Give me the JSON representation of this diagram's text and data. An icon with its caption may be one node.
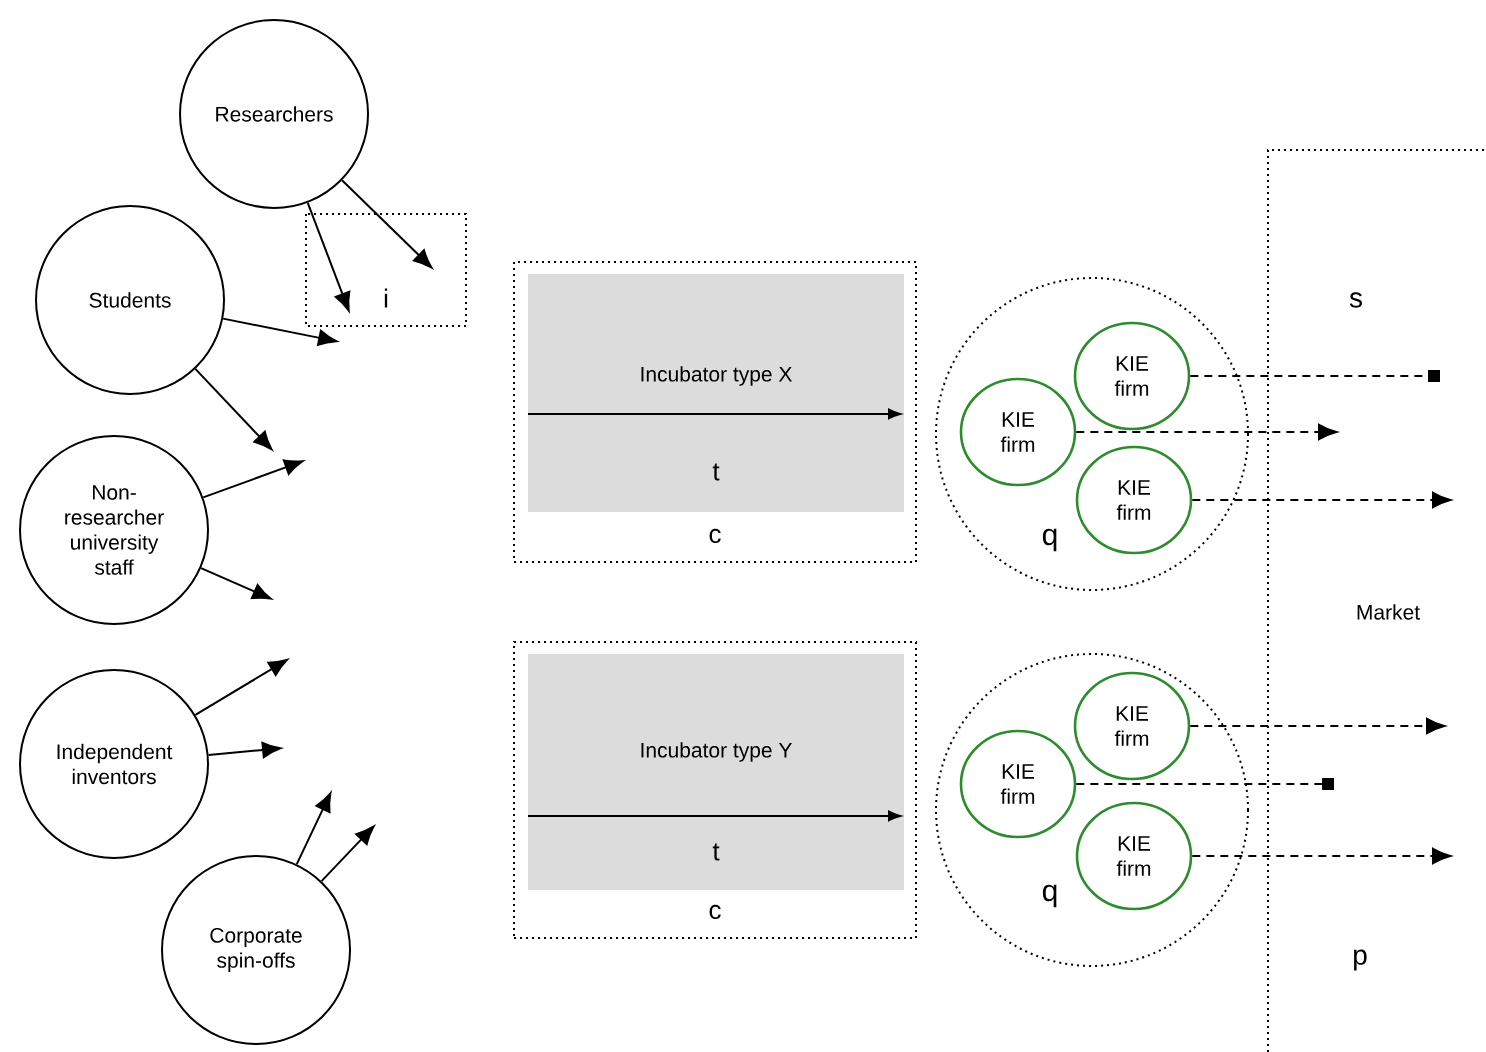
{
  "diagram": {
    "nodes": [
      {
        "text": [
          "Researchers"
        ]
      },
      {
        "text": [
          "Students"
        ]
      },
      {
        "text": [
          "Non-researcher university staff"
        ]
      },
      {
        "text": [
          "Independent inventors"
        ]
      },
      {
        "text": [
          "Corporate spin-offs"
        ]
      },
      {
        "text": [
          "c"
        ]
      },
      {
        "text": [
          "Incubator type X",
          "t"
        ],
        "in": 5
      },
      {
        "text": [
          "q"
        ]
      },
      {
        "text": [
          "KIE firm"
        ],
        "in": 7
      },
      {
        "text": [
          "KIE firm"
        ],
        "in": 7
      },
      {
        "text": [
          "KIE firm"
        ],
        "in": 7
      },
      {
        "text": [
          "c"
        ]
      },
      {
        "text": [
          "Incubator type Y",
          "t"
        ],
        "in": 11
      },
      {
        "text": [
          "q"
        ]
      },
      {
        "text": [
          "KIE firm"
        ],
        "in": 13
      },
      {
        "text": [
          "KIE firm"
        ],
        "in": 13
      },
      {
        "text": [
          "KIE firm"
        ],
        "in": 13
      }
    ],
    "labels": [
      "i",
      "s",
      "Market",
      "p"
    ],
    "edges": [
      {
        "from": 0,
        "to": null,
        "arrow": "to"
      },
      {
        "from": 0,
        "to": null,
        "arrow": "to"
      },
      {
        "from": 1,
        "to": null,
        "arrow": "to"
      },
      {
        "from": 1,
        "to": null,
        "arrow": "to"
      },
      {
        "from": 2,
        "to": null,
        "arrow": "to"
      },
      {
        "from": 2,
        "to": null,
        "arrow": "to"
      },
      {
        "from": 3,
        "to": null,
        "arrow": "to"
      },
      {
        "from": 3,
        "to": null,
        "arrow": "to"
      },
      {
        "from": 4,
        "to": null,
        "arrow": "to"
      },
      {
        "from": 4,
        "to": null,
        "arrow": "to"
      },
      {
        "from": 8,
        "to": null,
        "arrow": "other",
        "style": "dashed"
      },
      {
        "from": 9,
        "to": null,
        "arrow": "to",
        "style": "dashed"
      },
      {
        "from": 10,
        "to": null,
        "arrow": "to",
        "style": "dashed"
      },
      {
        "from": 14,
        "to": null,
        "arrow": "to",
        "style": "dashed"
      },
      {
        "from": 15,
        "to": null,
        "arrow": "other",
        "style": "dashed"
      },
      {
        "from": 16,
        "to": null,
        "arrow": "to",
        "style": "dashed"
      }
    ]
  }
}
